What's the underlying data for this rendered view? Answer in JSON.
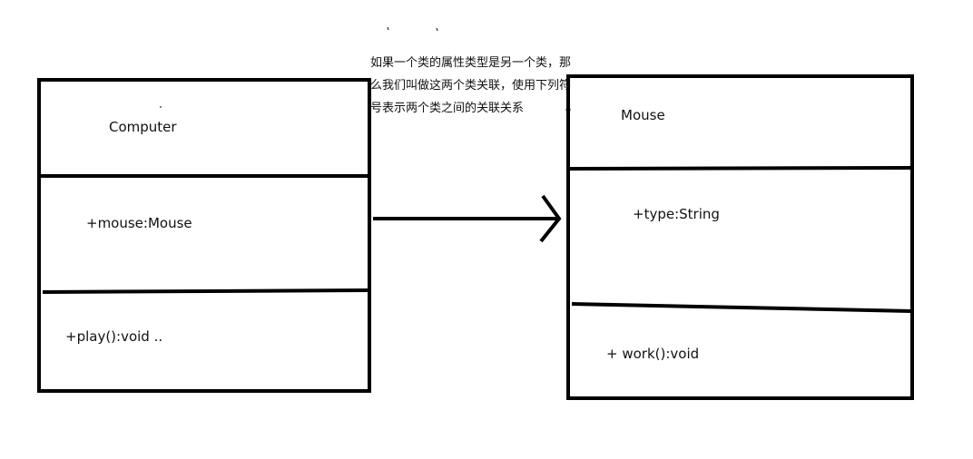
{
  "diagram": {
    "computer_class": {
      "name": "Computer",
      "attribute": "+mouse:Mouse",
      "method": "+play():void .."
    },
    "mouse_class": {
      "name": "Mouse",
      "attribute": "+type:String",
      "method": "+ work():void"
    },
    "association_note": "如果一个类的属性类型是另一个类，那么我们叫做这两个类关联，使用下列符号表示两个类之间的关联关系"
  }
}
